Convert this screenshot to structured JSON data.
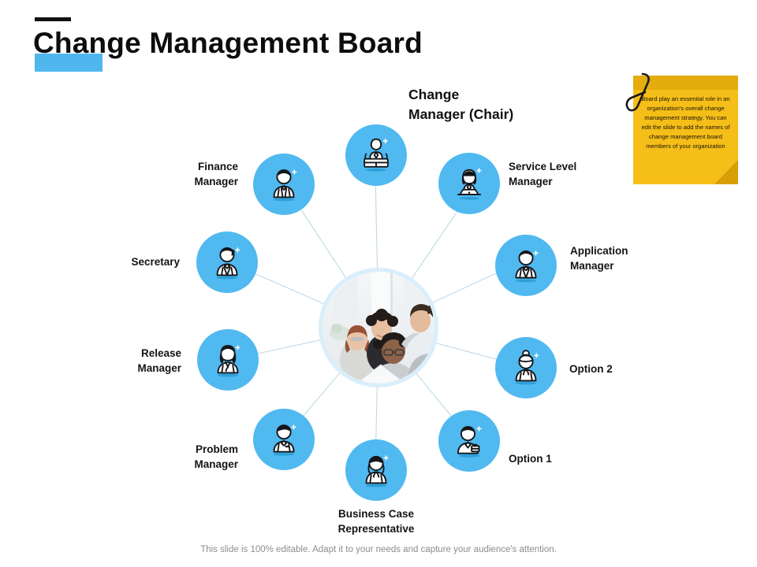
{
  "slide": {
    "title": "Change Management Board",
    "footer_note": "This slide is 100% editable. Adapt it to your needs and capture your audience's attention.",
    "accent_color": "#4FB7EE",
    "node_color": "#50B9F0",
    "sticky_color": "#F5BE18"
  },
  "chair": {
    "heading": "Change\nManager (Chair)"
  },
  "sticky_note": {
    "text": "Board play an essential role in an organization's overall change management strategy. You can edit the slide to add the names of change management board members of your organization"
  },
  "center": {
    "label": "team-collaboration-photo"
  },
  "nodes": [
    {
      "id": "change-manager-chair",
      "label": "",
      "icon": "person-at-podium-icon",
      "label_side": "center"
    },
    {
      "id": "service-level-manager",
      "label": "Service Level\nManager",
      "icon": "woman-with-laptop-icon",
      "label_side": "right"
    },
    {
      "id": "application-manager",
      "label": "Application\nManager",
      "icon": "businessman-suit-icon",
      "label_side": "right"
    },
    {
      "id": "option-2",
      "label": "Option 2",
      "icon": "woman-bun-hair-icon",
      "label_side": "right"
    },
    {
      "id": "option-1",
      "label": "Option 1",
      "icon": "man-with-briefcase-icon",
      "label_side": "right"
    },
    {
      "id": "business-case-representative",
      "label": "Business Case\nRepresentative",
      "icon": "woman-ponytail-icon",
      "label_side": "center"
    },
    {
      "id": "problem-manager",
      "label": "Problem\nManager",
      "icon": "man-badge-shirt-icon",
      "label_side": "left"
    },
    {
      "id": "release-manager",
      "label": "Release\nManager",
      "icon": "woman-scarf-icon",
      "label_side": "left"
    },
    {
      "id": "secretary",
      "label": "Secretary",
      "icon": "man-suit-tie-icon",
      "label_side": "left"
    },
    {
      "id": "finance-manager",
      "label": "Finance\nManager",
      "icon": "man-necktie-icon",
      "label_side": "left"
    }
  ]
}
